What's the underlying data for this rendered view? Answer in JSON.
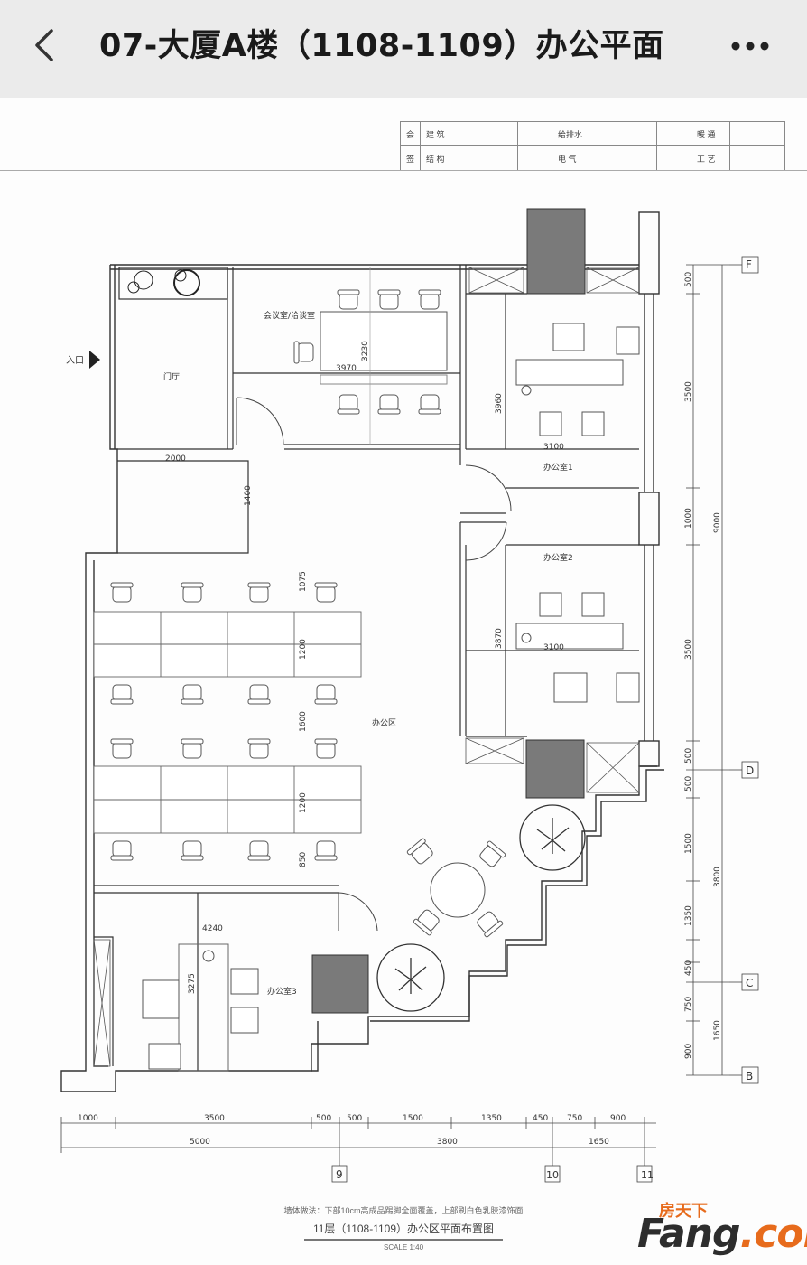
{
  "nav": {
    "title": "07-大厦A楼（1108-1109）办公平面",
    "back_icon": "chevron-left-icon",
    "more_icon": "more-dots-icon"
  },
  "title_block": {
    "row1": [
      "会",
      "建 筑",
      "",
      "",
      "给排水",
      "",
      "",
      "暖 通",
      ""
    ],
    "row2": [
      "签",
      "结 构",
      "",
      "",
      "电 气",
      "",
      "",
      "工 艺",
      ""
    ]
  },
  "plan": {
    "entrance": "入口",
    "rooms": {
      "lobby": "门厅",
      "meeting": "会议室/洽谈室",
      "office1": "办公室1",
      "office2": "办公室2",
      "office3": "办公室3",
      "open_office": "办公区"
    },
    "dims": {
      "lobby_width": "2000",
      "lobby_depth": "1400",
      "meeting_w": "3970",
      "meeting_h": "3230",
      "office1_h": "3960",
      "office1_w": "3100",
      "office2_h": "3870",
      "office2_w": "3100",
      "office3_w": "4240",
      "office3_h": "3275",
      "open_1": "1075",
      "open_2": "1200",
      "open_3": "1600",
      "open_4": "1200",
      "open_5": "850"
    },
    "right_dims": [
      "500",
      "3500",
      "1000",
      "3500",
      "500",
      "500",
      "1500",
      "1350",
      "450",
      "750",
      "900"
    ],
    "right_total_1": "9000",
    "right_total_2": "3800",
    "right_total_3": "1650",
    "axes_right": [
      "F",
      "D",
      "C",
      "B"
    ],
    "bottom_dims": [
      "1000",
      "3500",
      "500",
      "500",
      "1500",
      "1350",
      "450",
      "750",
      "900"
    ],
    "bottom_totals": [
      "5000",
      "3800",
      "1650"
    ],
    "axes_bottom": [
      "9",
      "10",
      "11"
    ]
  },
  "captions": {
    "notes": "墙体做法：下部10cm高成品踢脚全面覆盖，上部刷白色乳胶漆饰面",
    "title": "11层（1108-1109）办公区平面布置图",
    "scale": "SCALE  1:40"
  },
  "watermark": {
    "cn": "房天下",
    "en": "Fang",
    "domain": ".com"
  }
}
